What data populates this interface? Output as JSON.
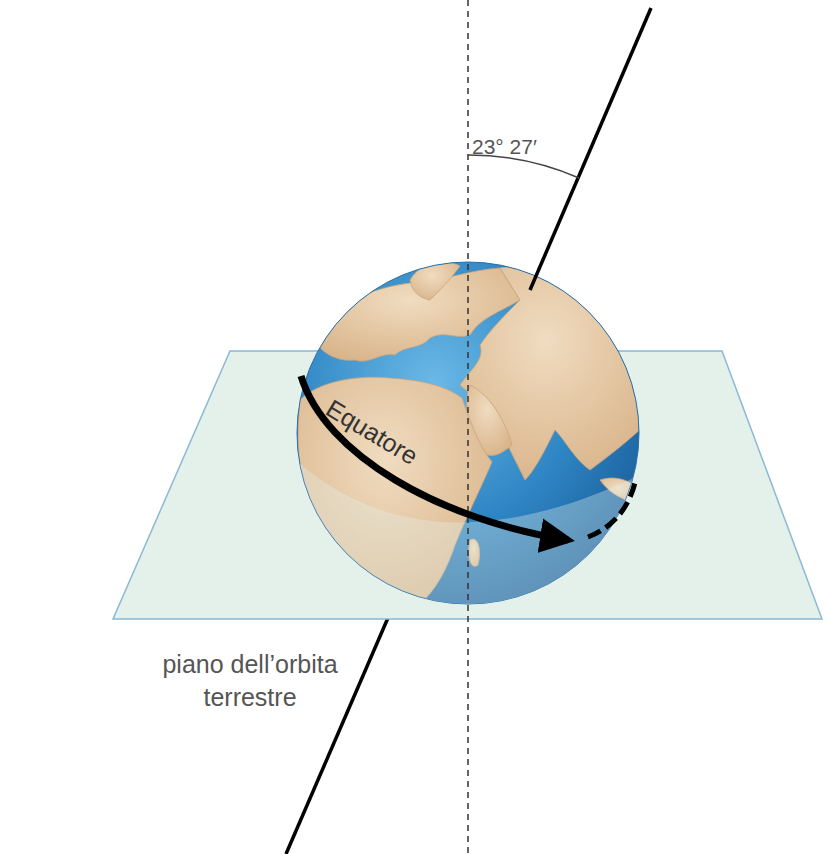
{
  "diagram": {
    "labels": [
      "23° 27′",
      "Equatore",
      "piano dell’orbita terrestre"
    ]
  }
}
